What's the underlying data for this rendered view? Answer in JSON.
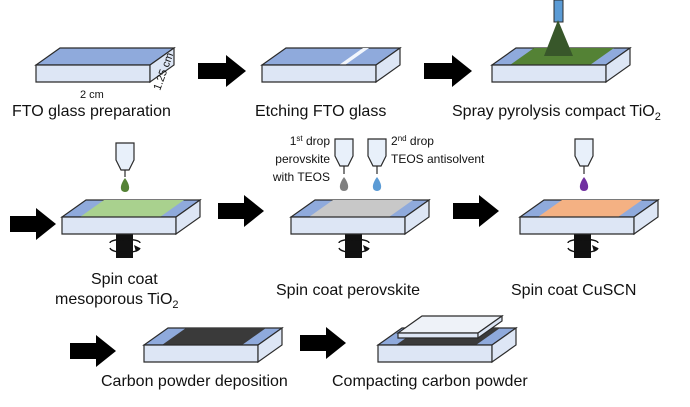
{
  "steps": {
    "s1": {
      "caption": "FTO glass preparation",
      "dim_width": "2 cm",
      "dim_height": "1.25 cm"
    },
    "s2": {
      "caption": "Etching FTO glass"
    },
    "s3": {
      "caption_main": "Spray pyrolysis compact TiO",
      "caption_sub": "2"
    },
    "s4": {
      "caption_line1": "Spin coat",
      "caption_line2_main": "mesoporous TiO",
      "caption_line2_sub": "2"
    },
    "s5": {
      "caption": "Spin coat perovskite",
      "drop1_num": "1",
      "drop1_sup": "st",
      "drop1_word": " drop",
      "drop1_line2": "perovskite",
      "drop1_line3": "with TEOS",
      "drop2_num": "2",
      "drop2_sup": "nd",
      "drop2_word": " drop",
      "drop2_line2": "TEOS antisolvent"
    },
    "s6": {
      "caption": "Spin coat CuSCN"
    },
    "s7": {
      "caption": "Carbon powder deposition"
    },
    "s8": {
      "caption": "Compacting carbon powder"
    }
  },
  "colors": {
    "fto_blue": "#8faadc",
    "glass_side": "#dde6f5",
    "edge": "#2b2b2b",
    "compact_tio2": "#548235",
    "meso_tio2": "#a9d18e",
    "perovskite": "#c8c8c8",
    "cuscn": "#f4b183",
    "carbon": "#3a3a3a",
    "dropper_fill": "#e8f0fa",
    "drop_green": "#548235",
    "drop_gray": "#7f7f7f",
    "drop_blue": "#5b9bd5",
    "drop_purple": "#7030a0",
    "spinner": "#111111",
    "arrow": "#000000"
  },
  "icons": [
    "right-arrow-icon",
    "dropper-icon",
    "spin-chuck-icon",
    "spray-nozzle-icon",
    "compact-press-plate-icon"
  ]
}
